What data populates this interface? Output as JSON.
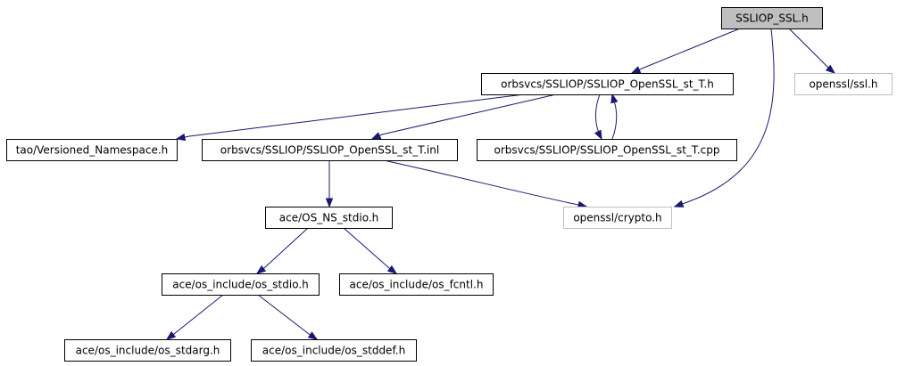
{
  "colors": {
    "edge": "#191970",
    "node_border": "#000000",
    "external_border": "#bfbfbf",
    "current_fill": "#bfbfbf"
  },
  "nodes": [
    {
      "id": "ssliop_ssl",
      "label": "SSLIOP_SSL.h",
      "style": "current"
    },
    {
      "id": "openssl_st_t_h",
      "label": "orbsvcs/SSLIOP/SSLIOP_OpenSSL_st_T.h",
      "style": "normal"
    },
    {
      "id": "openssl_ssl",
      "label": "openssl/ssl.h",
      "style": "external"
    },
    {
      "id": "versioned_ns",
      "label": "tao/Versioned_Namespace.h",
      "style": "normal"
    },
    {
      "id": "openssl_st_t_inl",
      "label": "orbsvcs/SSLIOP/SSLIOP_OpenSSL_st_T.inl",
      "style": "normal"
    },
    {
      "id": "openssl_st_t_cpp",
      "label": "orbsvcs/SSLIOP/SSLIOP_OpenSSL_st_T.cpp",
      "style": "normal"
    },
    {
      "id": "os_ns_stdio",
      "label": "ace/OS_NS_stdio.h",
      "style": "normal"
    },
    {
      "id": "openssl_crypto",
      "label": "openssl/crypto.h",
      "style": "external"
    },
    {
      "id": "os_stdio",
      "label": "ace/os_include/os_stdio.h",
      "style": "normal"
    },
    {
      "id": "os_fcntl",
      "label": "ace/os_include/os_fcntl.h",
      "style": "normal"
    },
    {
      "id": "os_stdarg",
      "label": "ace/os_include/os_stdarg.h",
      "style": "normal"
    },
    {
      "id": "os_stddef",
      "label": "ace/os_include/os_stddef.h",
      "style": "normal"
    }
  ],
  "edges": [
    {
      "from": "ssliop_ssl",
      "to": "openssl_st_t_h"
    },
    {
      "from": "ssliop_ssl",
      "to": "openssl_ssl"
    },
    {
      "from": "ssliop_ssl",
      "to": "openssl_crypto"
    },
    {
      "from": "openssl_st_t_h",
      "to": "versioned_ns"
    },
    {
      "from": "openssl_st_t_h",
      "to": "openssl_st_t_inl"
    },
    {
      "from": "openssl_st_t_h",
      "to": "openssl_st_t_cpp"
    },
    {
      "from": "openssl_st_t_cpp",
      "to": "openssl_st_t_h"
    },
    {
      "from": "openssl_st_t_inl",
      "to": "os_ns_stdio"
    },
    {
      "from": "openssl_st_t_inl",
      "to": "openssl_crypto"
    },
    {
      "from": "os_ns_stdio",
      "to": "os_stdio"
    },
    {
      "from": "os_ns_stdio",
      "to": "os_fcntl"
    },
    {
      "from": "os_stdio",
      "to": "os_stdarg"
    },
    {
      "from": "os_stdio",
      "to": "os_stddef"
    }
  ]
}
